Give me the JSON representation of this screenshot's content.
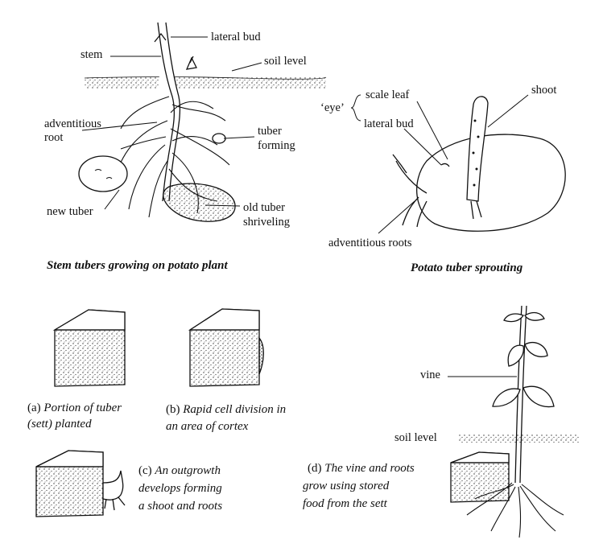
{
  "top_left": {
    "labels": {
      "lateral_bud": "lateral bud",
      "stem": "stem",
      "soil_level": "soil level",
      "adventitious": "adventitious",
      "root": "root",
      "tuber": "tuber",
      "forming": "forming",
      "new_tuber": "new tuber",
      "old_tuber": "old tuber",
      "shriveling": "shriveling"
    },
    "caption": "Stem tubers growing on potato plant"
  },
  "top_right": {
    "labels": {
      "eye": "‘eye’",
      "scale_leaf": "scale leaf",
      "lateral_bud": "lateral bud",
      "shoot": "shoot",
      "adventitious_roots": "adventitious roots"
    },
    "caption": "Potato tuber sprouting"
  },
  "stages": {
    "a": {
      "letter": "(a)",
      "line1": "Portion of tuber",
      "line2": "(sett) planted"
    },
    "b": {
      "letter": "(b)",
      "line1": "Rapid cell division in",
      "line2": "an area of cortex"
    },
    "c": {
      "letter": "(c)",
      "line1": "An outgrowth",
      "line2": "develops forming",
      "line3": "a shoot and roots"
    },
    "d": {
      "letter": "(d)",
      "line1": "The vine and roots",
      "line2": "grow using stored",
      "line3": "food from the sett"
    }
  },
  "bottom_right": {
    "labels": {
      "vine": "vine",
      "soil_level": "soil level"
    }
  }
}
